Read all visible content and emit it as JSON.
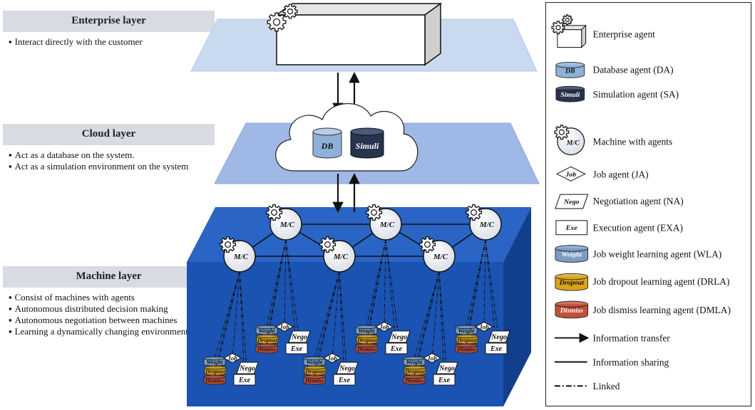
{
  "layers": {
    "enterprise": {
      "title": "Enterprise layer",
      "bullets": [
        "Interact directly with the customer"
      ]
    },
    "cloud": {
      "title": "Cloud layer",
      "bullets": [
        "Act as a database on the system.",
        "Act as a simulation environment on the system"
      ]
    },
    "machine": {
      "title": "Machine layer",
      "bullets": [
        "Consist of machines with agents",
        "Autonomous distributed decision making",
        "Autonomous negotiation between machines",
        "Learning a dynamically changing environment"
      ]
    }
  },
  "cloud_labels": {
    "db": "DB",
    "simuli": "Simuli"
  },
  "node_labels": {
    "mc": "M/C",
    "job": "Job",
    "nego": "Nego",
    "exe": "Exe",
    "weight": "Weight",
    "dropout": "Dropout",
    "dismiss": "Dismiss"
  },
  "legend": {
    "enterprise_agent": "Enterprise agent",
    "database_agent": "Database agent (DA)",
    "simulation_agent": "Simulation agent (SA)",
    "machine_agents": "Machine with agents",
    "job_agent": "Job agent (JA)",
    "negotiation_agent": "Negotiation agent (NA)",
    "execution_agent": "Execution agent (EXA)",
    "weight_agent": "Job weight learning agent (WLA)",
    "dropout_agent": "Job dropout learning agent (DRLA)",
    "dismiss_agent": "Job dismiss learning agent (DMLA)",
    "info_transfer": "Information transfer",
    "info_sharing": "Information sharing",
    "linked": "Linked"
  },
  "colors": {
    "enterprise_plane": "#c9d9f0",
    "cloud_plane": "#9fb8e6",
    "machine_front": "#1b53b3",
    "machine_top": "#2a64c4",
    "machine_side": "#123f8c",
    "db_cylinder": "#8fb1d9",
    "simuli_cylinder": "#27344f",
    "weight_cylinder": "#7a9cc4",
    "dropout_cylinder": "#d9a31a",
    "dismiss_cylinder": "#c0503a"
  }
}
